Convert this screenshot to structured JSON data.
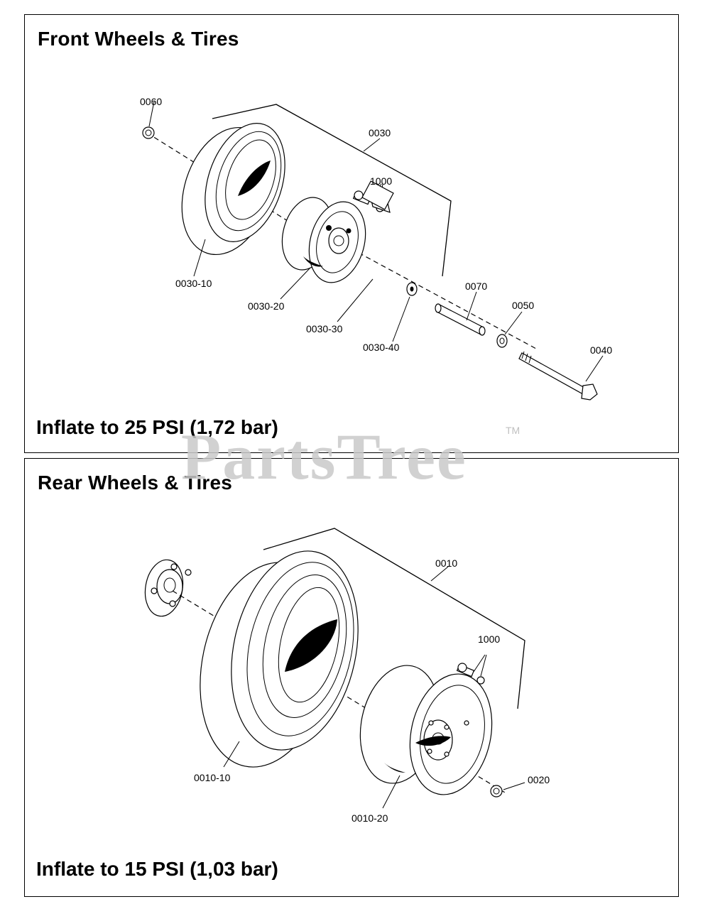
{
  "front": {
    "title": "Front Wheels & Tires",
    "inflation": "Inflate to 25 PSI (1,72 bar)",
    "labels": {
      "p0060": "0060",
      "p0030": "0030",
      "p1000": "1000",
      "p0030_10": "0030-10",
      "p0030_20": "0030-20",
      "p0030_30": "0030-30",
      "p0030_40": "0030-40",
      "p0070": "0070",
      "p0050": "0050",
      "p0040": "0040"
    }
  },
  "rear": {
    "title": "Rear Wheels & Tires",
    "inflation": "Inflate to 15 PSI (1,03 bar)",
    "labels": {
      "p0010": "0010",
      "p1000": "1000",
      "p0010_10": "0010-10",
      "p0010_20": "0010-20",
      "p0020": "0020"
    }
  },
  "watermark": {
    "text": "PartsTree",
    "tm": "TM"
  }
}
